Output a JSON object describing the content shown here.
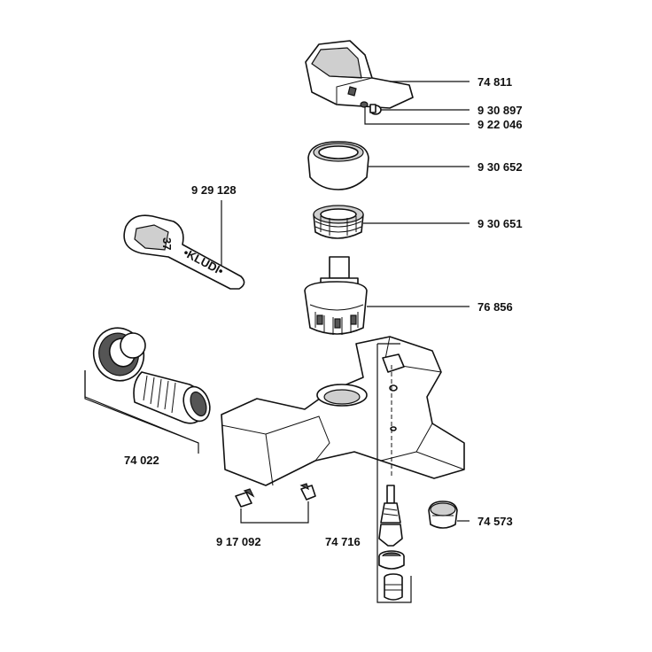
{
  "labels": {
    "lever": "74 811",
    "screw": "9 30 897",
    "screw_small": "9 22 046",
    "cap": "9 30 652",
    "nut": "9 30 651",
    "wrench": "9 29 128",
    "cartridge": "76 856",
    "connection_set": "74 022",
    "set_screws": "9 17 092",
    "diverter_set": "74 716",
    "aerator": "74 573"
  },
  "wrench_text": {
    "brand": "•KLUDI•",
    "size": "37"
  }
}
